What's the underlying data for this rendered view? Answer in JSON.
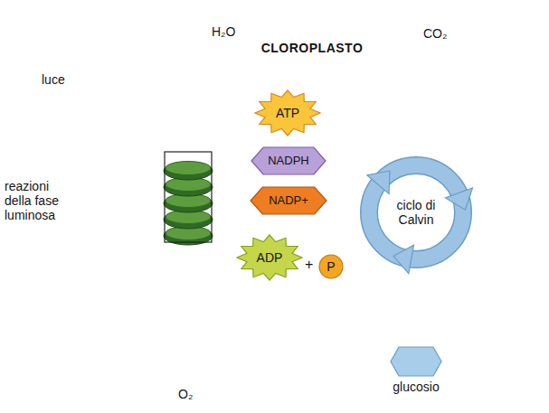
{
  "diagram": {
    "nodes": [
      {
        "text": [
          "CLOROPLASTO"
        ]
      },
      {
        "text": [
          "reazioni della fase luminosa"
        ],
        "in": 0
      },
      {
        "text": [
          "ATP"
        ],
        "in": 0
      },
      {
        "text": [
          "NADPH"
        ],
        "in": 0
      },
      {
        "text": [
          "NADP+"
        ],
        "in": 0
      },
      {
        "text": [
          "ADP"
        ],
        "in": 0
      },
      {
        "text": [
          "P"
        ],
        "in": 0
      },
      {
        "text": [
          "ciclo di Calvin"
        ],
        "in": 0
      },
      {
        "text": [
          "glucosio"
        ]
      }
    ],
    "edges": [
      {
        "from": 1,
        "to": 2,
        "arrow": "to"
      },
      {
        "from": 1,
        "to": 3,
        "arrow": "to"
      },
      {
        "from": 4,
        "to": 1,
        "arrow": "to"
      },
      {
        "from": 5,
        "to": 1,
        "arrow": "to"
      },
      {
        "from": 2,
        "to": 7,
        "arrow": "to"
      },
      {
        "from": 3,
        "to": 7,
        "arrow": "to"
      },
      {
        "from": 7,
        "to": 4,
        "arrow": "to"
      },
      {
        "from": 7,
        "to": 6,
        "arrow": "to"
      },
      {
        "from": 7,
        "to": 8,
        "arrow": "to"
      }
    ],
    "labels": [
      "H₂O",
      "CO₂",
      "luce",
      "+",
      "O₂"
    ]
  }
}
